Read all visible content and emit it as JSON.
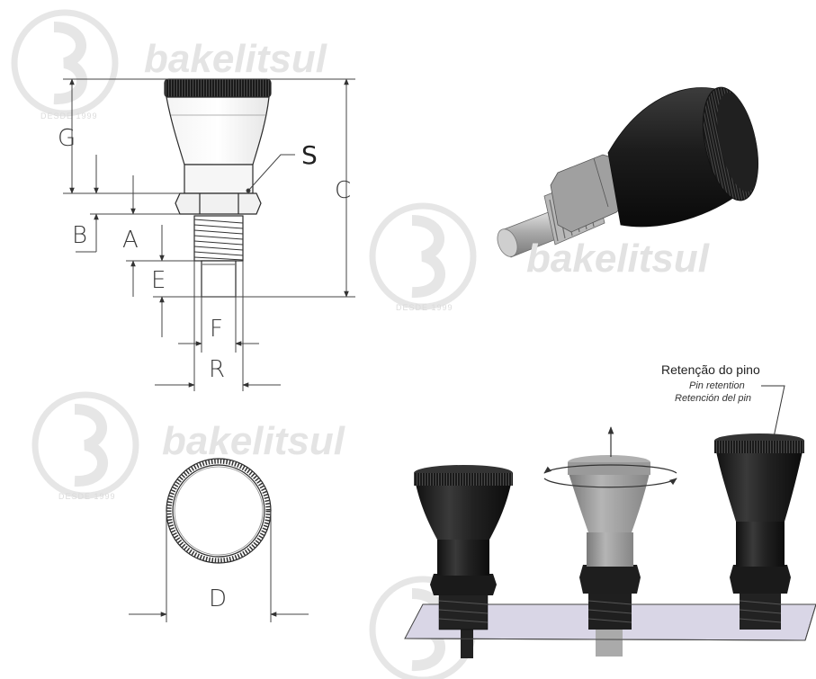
{
  "watermark": {
    "brand": "bakelitsul",
    "since": "DESDE 1999"
  },
  "dimensions": {
    "g": "G",
    "b": "B",
    "a": "A",
    "e": "E",
    "f": "F",
    "r": "R",
    "c": "C",
    "s": "S",
    "d": "D"
  },
  "callout": {
    "pt": "Retenção do pino",
    "en": "Pin retention",
    "es": "Retención del pin"
  },
  "colors": {
    "body_dark": "#1e1e1e",
    "body_grey": "#9a9a9a",
    "steel": "#c8c8c8",
    "plate": "#d9d6e6",
    "line": "#333333"
  }
}
